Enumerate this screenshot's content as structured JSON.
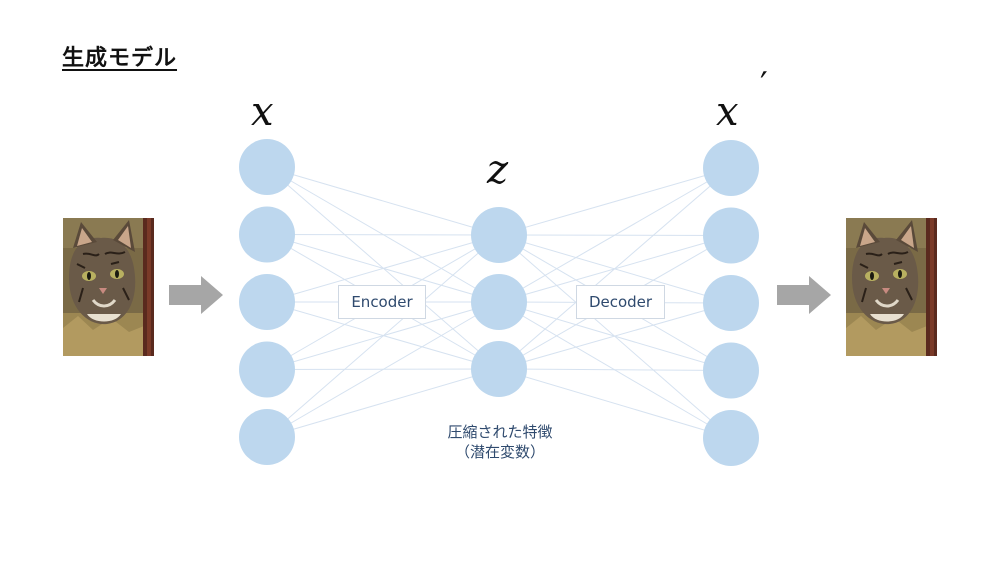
{
  "title": "生成モデル",
  "labels": {
    "input_var": "x",
    "latent_var": "z",
    "output_var": "x",
    "output_prime": "′"
  },
  "boxes": {
    "encoder": "Encoder",
    "decoder": "Decoder"
  },
  "caption": {
    "line1": "圧縮された特徴",
    "line2": "（潜在変数）"
  },
  "layers": {
    "input_nodes": 5,
    "latent_nodes": 3,
    "output_nodes": 5
  },
  "colors": {
    "node": "#bdd7ee",
    "edge": "#d6e2f0",
    "arrow": "#a6a6a6",
    "box_text": "#2f4a6e"
  },
  "images": {
    "input": "cat-photo",
    "output": "cat-photo"
  }
}
